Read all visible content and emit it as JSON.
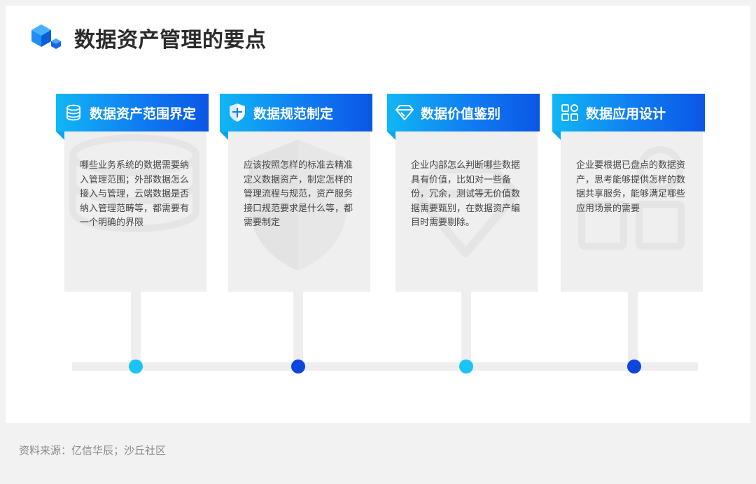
{
  "title": "数据资产管理的要点",
  "accent_colors": {
    "header_start": "#11b7f5",
    "header_end": "#0b56e6",
    "dot_light": "#1bc4f6",
    "dot_dark": "#0d47d9"
  },
  "cards": [
    {
      "title": "数据资产范围界定",
      "icon": "database-icon",
      "text": "哪些业务系统的数据需要纳入管理范围；外部数据怎么接入与管理，云端数据是否纳入管理范畴等，都需要有一个明确的界限"
    },
    {
      "title": "数据规范制定",
      "icon": "shield-icon",
      "text": "应该按照怎样的标准去精准定义数据资产，制定怎样的管理流程与规范，资产服务接口规范要求是什么等，都需要制定"
    },
    {
      "title": "数据价值鉴别",
      "icon": "diamond-icon",
      "text": "企业内部怎么判断哪些数据具有价值，比如对一些备份，冗余，测试等无价值数据需要甄别，在数据资产编目时需要剔除。"
    },
    {
      "title": "数据应用设计",
      "icon": "grid-icon",
      "text": "企业要根据已盘点的数据资产，思考能够提供怎样的数据共享服务，能够满足哪些应用场景的需要"
    }
  ],
  "footer": "资料来源：亿信华辰；沙丘社区"
}
